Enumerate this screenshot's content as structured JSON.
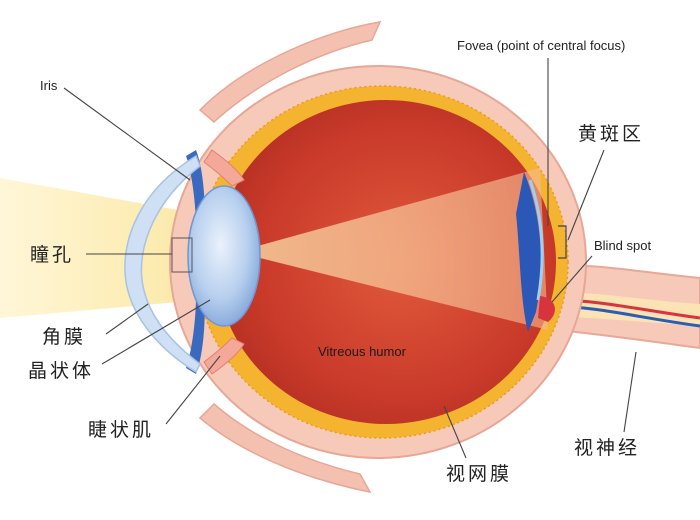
{
  "labels": {
    "iris": "Iris",
    "fovea": "Fovea (point of central focus)",
    "macula": "黄斑区",
    "blind_spot": "Blind spot",
    "pupil": "瞳孔",
    "cornea": "角膜",
    "lens": "晶状体",
    "vitreous": "Vitreous humor",
    "ciliary": "睫状肌",
    "optic_nerve": "视神经",
    "retina": "视网膜"
  },
  "colors": {
    "sclera": "#f6c9b9",
    "choroid": "#f5b430",
    "vitreous": "#c93a2a",
    "light_beam": "#fbe9a8",
    "lens": "#a9c6ea",
    "cornea": "#cfe0f4",
    "retina_blue": "#2b58b6",
    "nerve_red": "#d8343f",
    "nerve_blue": "#2a5db3"
  }
}
